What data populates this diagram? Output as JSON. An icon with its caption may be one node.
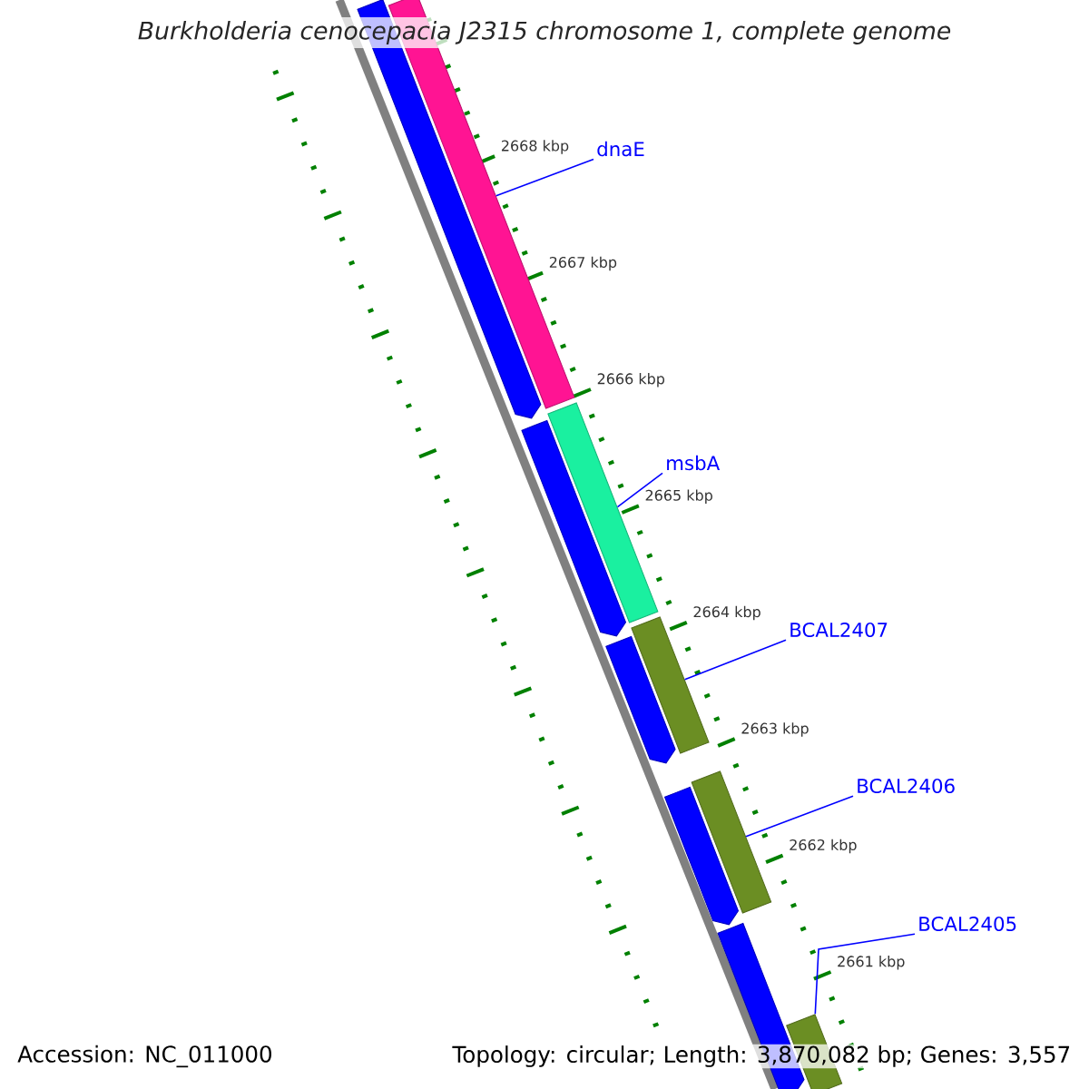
{
  "diagram": {
    "title": "Burkholderia cenocepacia J2315 chromosome 1, complete genome",
    "nodes": [
      {
        "text": [
          "dnaE"
        ]
      },
      {
        "text": [
          "msbA"
        ]
      },
      {
        "text": [
          "BCAL2407"
        ]
      },
      {
        "text": [
          "BCAL2406"
        ]
      },
      {
        "text": [
          "BCAL2405"
        ]
      },
      {
        "text": [],
        "shape": "bar"
      },
      {
        "text": [],
        "shape": "bar"
      },
      {
        "text": [],
        "shape": "bar"
      },
      {
        "text": [],
        "shape": "bar"
      },
      {
        "text": [],
        "shape": "bar"
      },
      {
        "text": [],
        "shape": "bar"
      },
      {
        "text": [],
        "shape": "bar"
      },
      {
        "text": [],
        "shape": "bar"
      },
      {
        "text": [],
        "shape": "bar"
      },
      {
        "text": [],
        "shape": "bar"
      }
    ],
    "edges": [
      {
        "from": 0,
        "to": 5,
        "arrow": "none"
      },
      {
        "from": 1,
        "to": 6,
        "arrow": "none"
      },
      {
        "from": 2,
        "to": 7,
        "arrow": "none"
      },
      {
        "from": 3,
        "to": 8,
        "arrow": "none"
      },
      {
        "from": 4,
        "to": 9,
        "arrow": "none"
      }
    ],
    "labels": [
      "2668 kbp",
      "2667 kbp",
      "2666 kbp",
      "2665 kbp",
      "2664 kbp",
      "2663 kbp",
      "2662 kbp",
      "2661 kbp",
      "Accession: NC_011000",
      "Topology: circular; Length: 3,870,082 bp; Genes: 3,557"
    ]
  }
}
